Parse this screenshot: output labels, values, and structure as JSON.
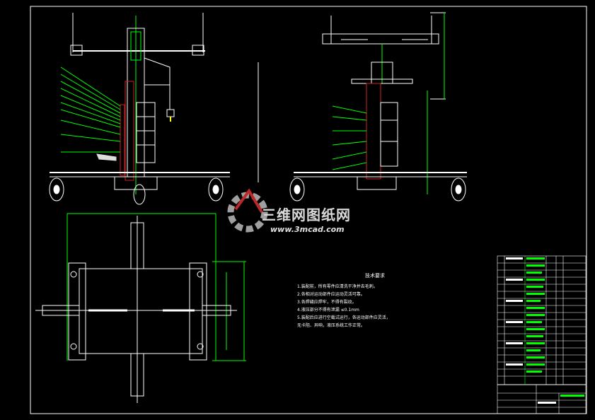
{
  "drawing": {
    "tech_notes_title": "技术要求",
    "tech_notes": [
      "1.装配前，所有零件应清洗干净并去毛刺。",
      "2.各相对运动部件应运动灵活可靠。",
      "3.各焊缝应焊牢，不得有裂纹。",
      "4.液压部分不得有泄漏 ≤0.1mm",
      "5.装配后应进行空载试运行，各运动部件应灵活，",
      "无卡阻、异响，液压系统工作正常。"
    ]
  },
  "watermark": {
    "brand": "三维网图纸网",
    "url": "www.3mcad.com"
  },
  "colors": {
    "background": "#000000",
    "line_white": "#ffffff",
    "line_green": "#00ff00",
    "section_red": "#cc2020",
    "hatch": "#ff5040"
  }
}
